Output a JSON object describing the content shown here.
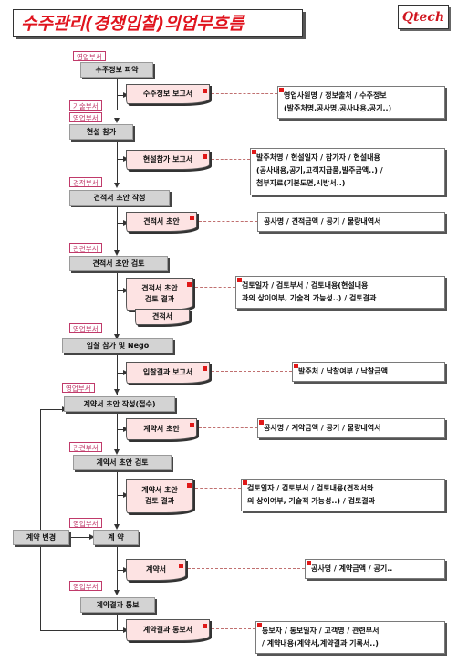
{
  "title": "수주관리(경쟁입찰)의업무흐름",
  "logo": "Qtech",
  "colors": {
    "title_red": "#e0141e",
    "doc_fill": "#fde3e3",
    "step_fill": "#d3d3d3",
    "dept_label": "#c03a6a",
    "marker_red": "#e01818"
  },
  "departments": [
    {
      "label": "영업부서"
    },
    {
      "label": "기술부서"
    },
    {
      "label": "영업부서"
    },
    {
      "label": "견적부서"
    },
    {
      "label": "관련부서"
    },
    {
      "label": "영업부서"
    },
    {
      "label": "영업부서"
    },
    {
      "label": "관련부서"
    },
    {
      "label": "영업부서"
    },
    {
      "label": "영업부서"
    }
  ],
  "steps": [
    {
      "label": "수주정보 파악"
    },
    {
      "label": "현설 참가"
    },
    {
      "label": "견적서 초안 작성"
    },
    {
      "label": "견적서 초안 검토"
    },
    {
      "label": "입찰 참가 및 Nego"
    },
    {
      "label": "계약서 초안 작성(접수)"
    },
    {
      "label": "계약서 초안 검토"
    },
    {
      "label": "계 약"
    },
    {
      "label": "계약결과 통보"
    }
  ],
  "side_step": {
    "label": "계약 변경"
  },
  "documents": [
    {
      "label": "수주정보 보고서"
    },
    {
      "label": "현설참가 보고서"
    },
    {
      "label": "견적서 초안"
    },
    {
      "label": "견적서 초안\n검토 결과"
    },
    {
      "label": "견적서"
    },
    {
      "label": "입찰결과 보고서"
    },
    {
      "label": "계약서 초안"
    },
    {
      "label": "계약서 초안\n검토 결과"
    },
    {
      "label": "계약서"
    },
    {
      "label": "계약결과 통보서"
    }
  ],
  "notes": [
    {
      "text": "영업사원명 / 정보출처 / 수주정보\n(발주처명,공사명,공사내용,공기..)"
    },
    {
      "text": "발주처명 / 현설일자 / 참가자 / 현설내용\n(공사내용,공기,고객지급품,발주금액..) /\n첨부자료(기본도면,시방서..)"
    },
    {
      "text": "공사명 / 견적금액 / 공기 / 물량내역서"
    },
    {
      "text": "검토일자 / 검토부서 / 검토내용(현설내용\n과의 상이여부, 기술적 가능성..) / 검토결과"
    },
    {
      "text": "발주처 / 낙찰여부 / 낙찰금액"
    },
    {
      "text": "공사명 / 계약금액 / 공기 / 물량내역서"
    },
    {
      "text": "검토일자 / 검토부서 / 검토내용(견적서와\n의 상이여부, 기술적 가능성..) / 검토결과"
    },
    {
      "text": "공사명 / 계약금액 / 공기.."
    },
    {
      "text": "통보자 / 통보일자 / 고객명 / 관련부서\n/ 계약내용(계약서,계약결과 기록서..)"
    }
  ]
}
